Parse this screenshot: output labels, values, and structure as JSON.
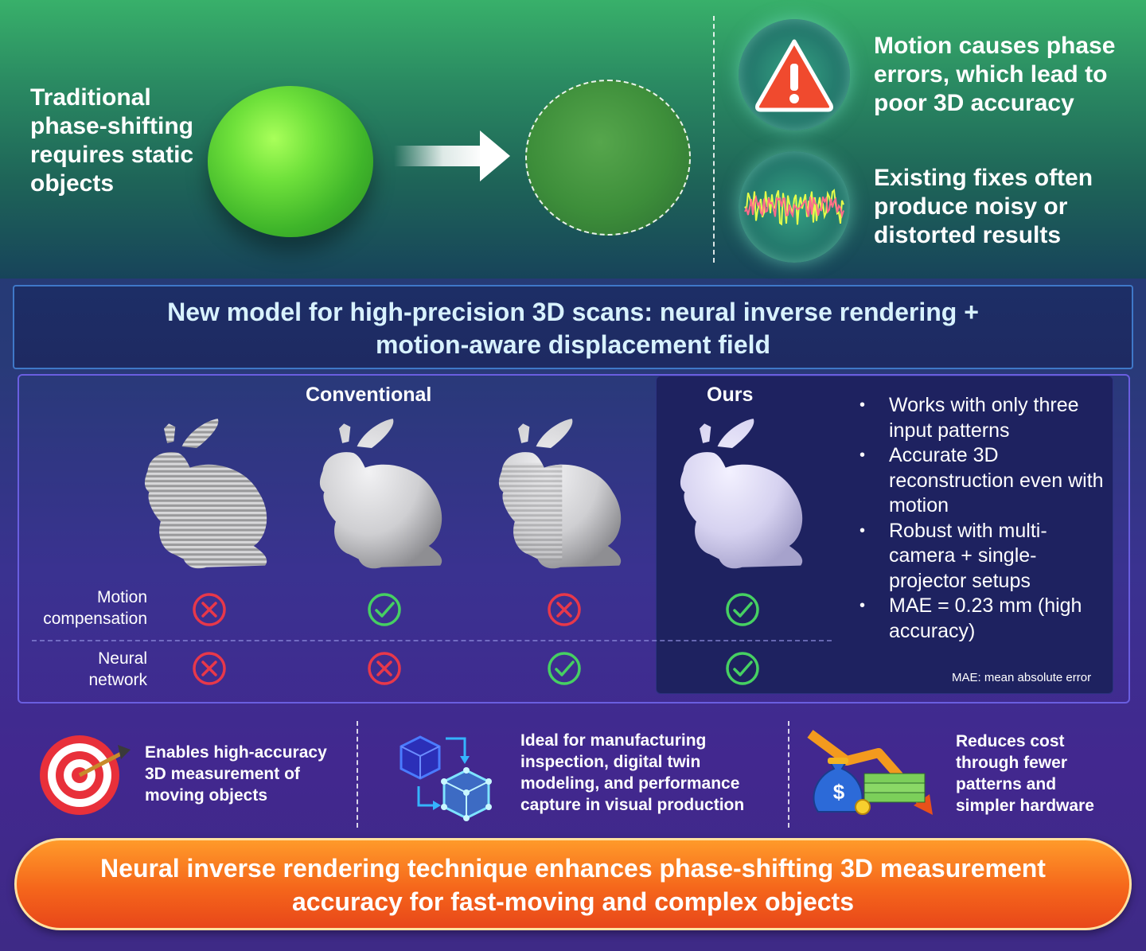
{
  "header": {
    "intro_text": "Traditional phase-shifting requires static objects",
    "motion_issue_text": "Motion causes phase errors, which lead to poor 3D accuracy",
    "fixes_issue_text": "Existing fixes often produce noisy or distorted results"
  },
  "title_banner": {
    "line1": "New model for high-precision 3D scans: neural inverse rendering +",
    "line2": "motion-aware displacement field"
  },
  "comparison": {
    "conventional_label": "Conventional",
    "ours_label": "Ours",
    "row_labels": {
      "motion_line1": "Motion",
      "motion_line2": "compensation",
      "neural_line1": "Neural",
      "neural_line2": "network"
    },
    "methods": [
      {
        "group": "Conventional",
        "motion_compensation": false,
        "neural_network": false,
        "bunny_style": "striped"
      },
      {
        "group": "Conventional",
        "motion_compensation": true,
        "neural_network": false,
        "bunny_style": "smooth-noisy"
      },
      {
        "group": "Conventional",
        "motion_compensation": false,
        "neural_network": true,
        "bunny_style": "partial-striped"
      },
      {
        "group": "Ours",
        "motion_compensation": true,
        "neural_network": true,
        "bunny_style": "clean"
      }
    ],
    "ours_points": [
      "Works with only three input patterns",
      "Accurate 3D reconstruction even with motion",
      "Robust with multi-camera + single-projector setups",
      "MAE = 0.23 mm (high accuracy)"
    ],
    "mae_note": "MAE: mean absolute error"
  },
  "benefits": {
    "measurement": "Enables high-accuracy 3D measurement of moving objects",
    "applications": "Ideal for manufacturing inspection, digital twin modeling, and performance capture in visual production",
    "cost": "Reduces cost through fewer patterns and simpler hardware"
  },
  "conclusion": {
    "line1": "Neural inverse rendering technique enhances phase-shifting 3D measurement",
    "line2": "accuracy for fast-moving and complex objects"
  },
  "icons": {
    "warning": "warning-icon",
    "noise": "noise-waveform-icon",
    "target": "target-icon",
    "cube": "cube-network-icon",
    "money": "money-bag-icon",
    "check": "check-icon",
    "cross": "cross-icon"
  },
  "colors": {
    "check": "#46d062",
    "cross": "#e8384a",
    "accent_orange": "#f5661b",
    "title_text": "#d8f2ff"
  }
}
